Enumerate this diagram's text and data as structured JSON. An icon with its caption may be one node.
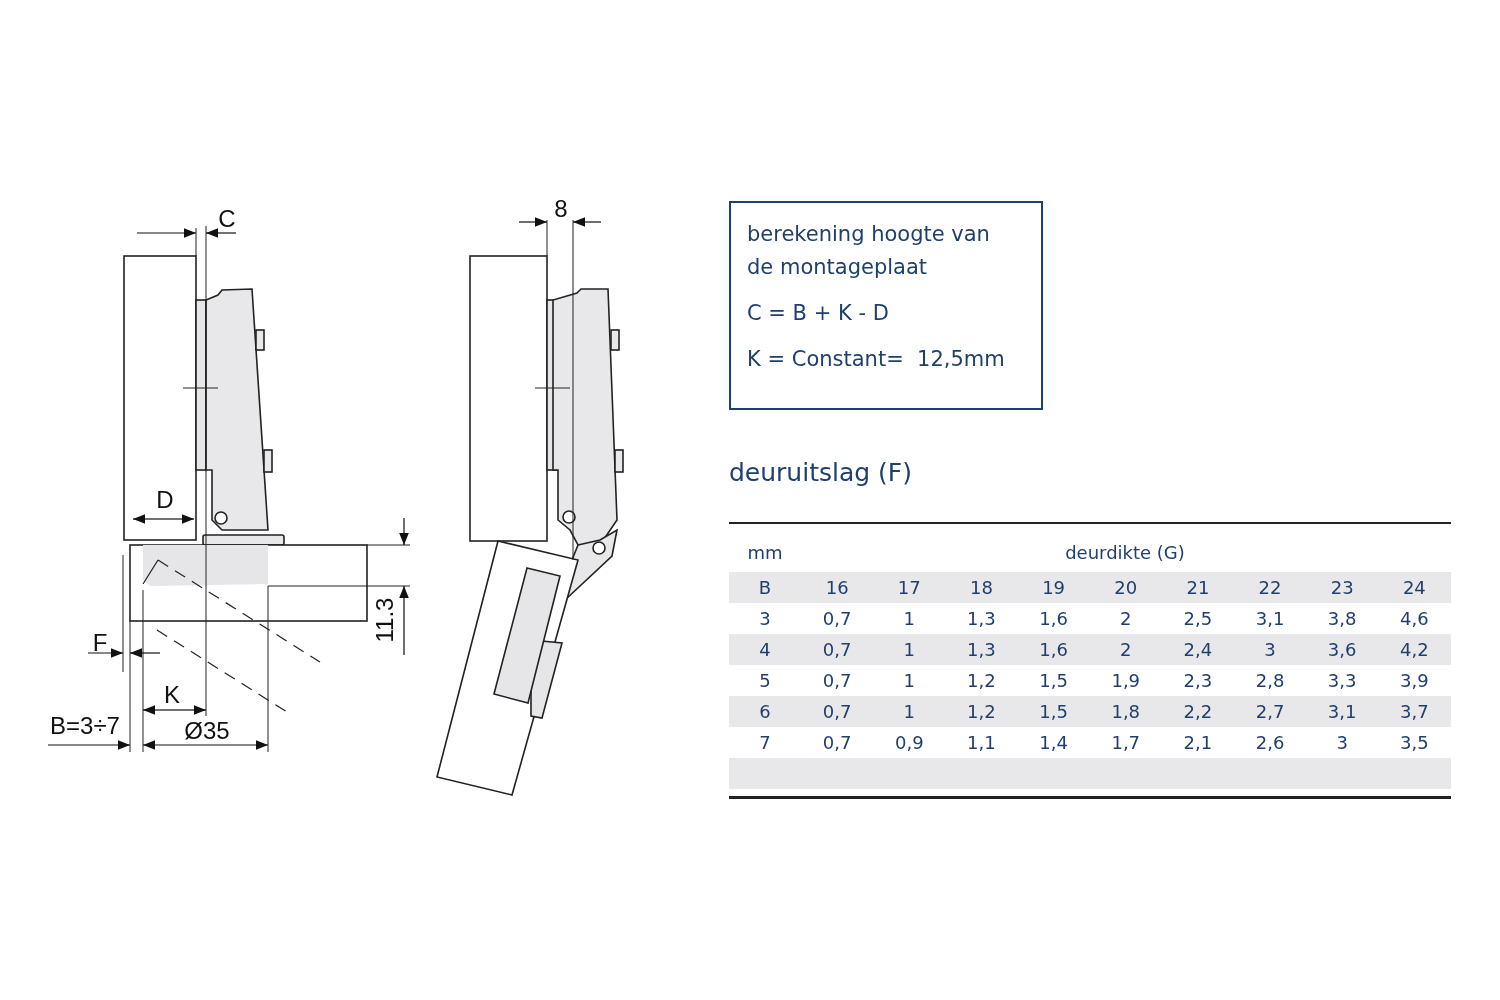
{
  "diagram": {
    "nodes": [
      {
        "text": [
          "berekening hoogte van de montageplaat",
          "C = B + K - D",
          "K = Constant=  12,5mm"
        ]
      }
    ],
    "edges": [],
    "labels": [
      "8",
      "C",
      "D",
      "11.3",
      "F",
      "K",
      "B=3÷7",
      "Ø35",
      "deuruitslag (F)",
      "mm",
      "deurdikte (G)",
      "B",
      "16",
      "17",
      "18",
      "19",
      "20",
      "21",
      "22",
      "23",
      "24",
      "3",
      "0,7",
      "1",
      "1,3",
      "1,6",
      "2",
      "2,5",
      "3,1",
      "3,8",
      "4,6",
      "4",
      "0,7",
      "1",
      "1,3",
      "1,6",
      "2",
      "2,4",
      "3",
      "3,6",
      "4,2",
      "5",
      "0,7",
      "1",
      "1,2",
      "1,5",
      "1,9",
      "2,3",
      "2,8",
      "3,3",
      "3,9",
      "6",
      "0,7",
      "1",
      "1,2",
      "1,5",
      "1,8",
      "2,2",
      "2,7",
      "3,1",
      "3,7",
      "7",
      "0,7",
      "0,9",
      "1,1",
      "1,4",
      "1,7",
      "2,1",
      "2,6",
      "3",
      "3,5"
    ]
  }
}
